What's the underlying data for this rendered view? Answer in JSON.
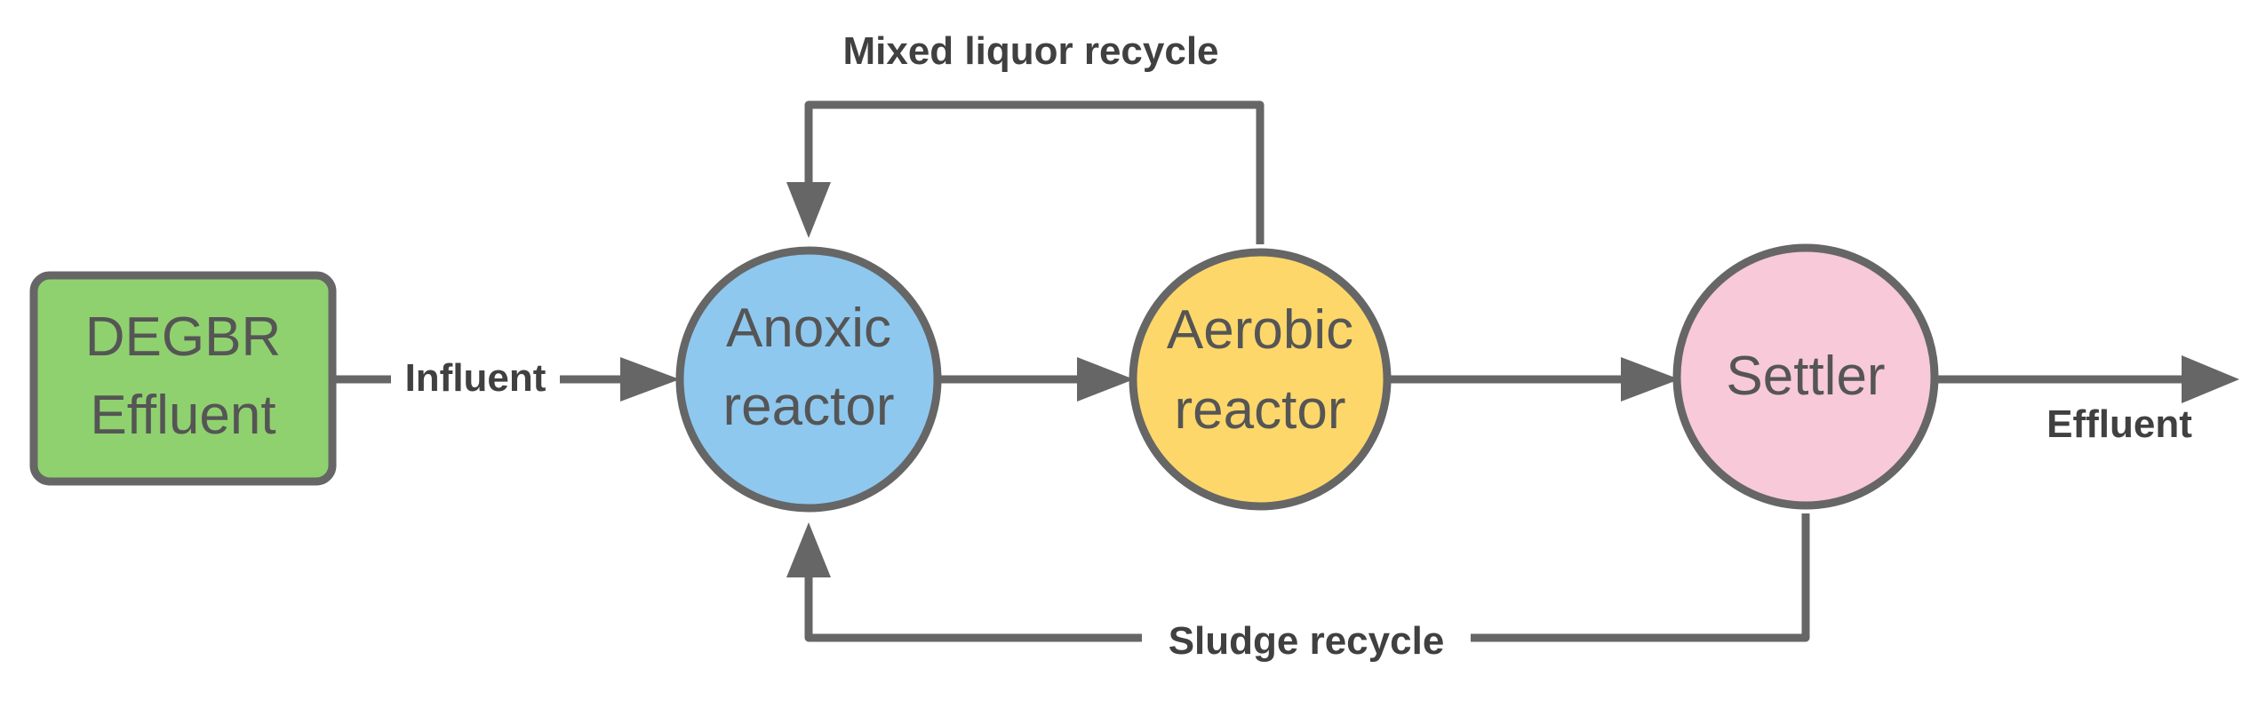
{
  "nodes": {
    "source": {
      "line1": "DEGBR",
      "line2": "Effluent",
      "color": "#8fd16f"
    },
    "anoxic": {
      "line1": "Anoxic",
      "line2": "reactor",
      "color": "#8ec8ef"
    },
    "aerobic": {
      "line1": "Aerobic",
      "line2": "reactor",
      "color": "#fdd76a"
    },
    "settler": {
      "line1": "Settler",
      "color": "#f8c9d8"
    }
  },
  "edges": {
    "influent": "Influent",
    "mixed_liquor_recycle": "Mixed liquor recycle",
    "sludge_recycle": "Sludge recycle",
    "effluent": "Effluent"
  },
  "colors": {
    "stroke": "#666666",
    "text": "#404040"
  }
}
